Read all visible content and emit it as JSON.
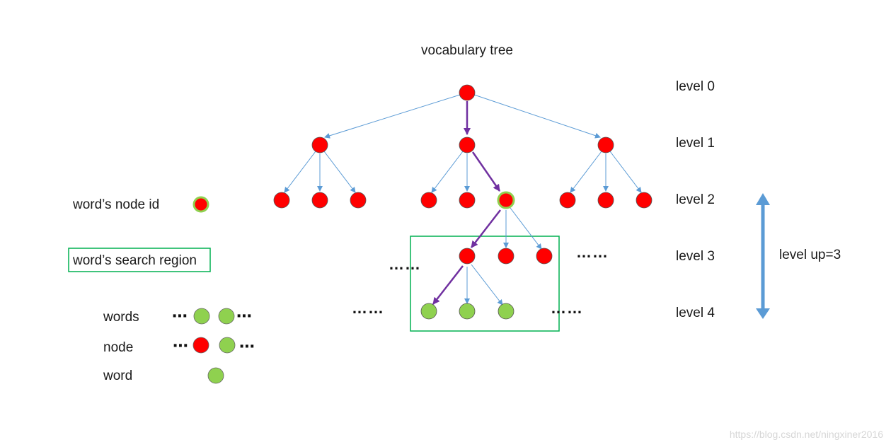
{
  "title": "vocabulary tree",
  "levels": [
    "level 0",
    "level 1",
    "level 2",
    "level 3",
    "level 4"
  ],
  "level_up_label": "level up=3",
  "legend": {
    "node_id_label": "word’s node id",
    "search_region_label": "word’s search region",
    "words_label": "words",
    "node_label": "node",
    "word_label": "word",
    "ellipsis": "⋯"
  },
  "ellipsis_long": "……",
  "watermark": "https://blog.csdn.net/ningxiner2016",
  "colors": {
    "node_red": "#ff0000",
    "word_green": "#8fd14f",
    "edge_blue": "#5b9bd5",
    "path_purple": "#7030a0",
    "region_border": "#00b050",
    "arrow_blue": "#5b9bd5"
  }
}
